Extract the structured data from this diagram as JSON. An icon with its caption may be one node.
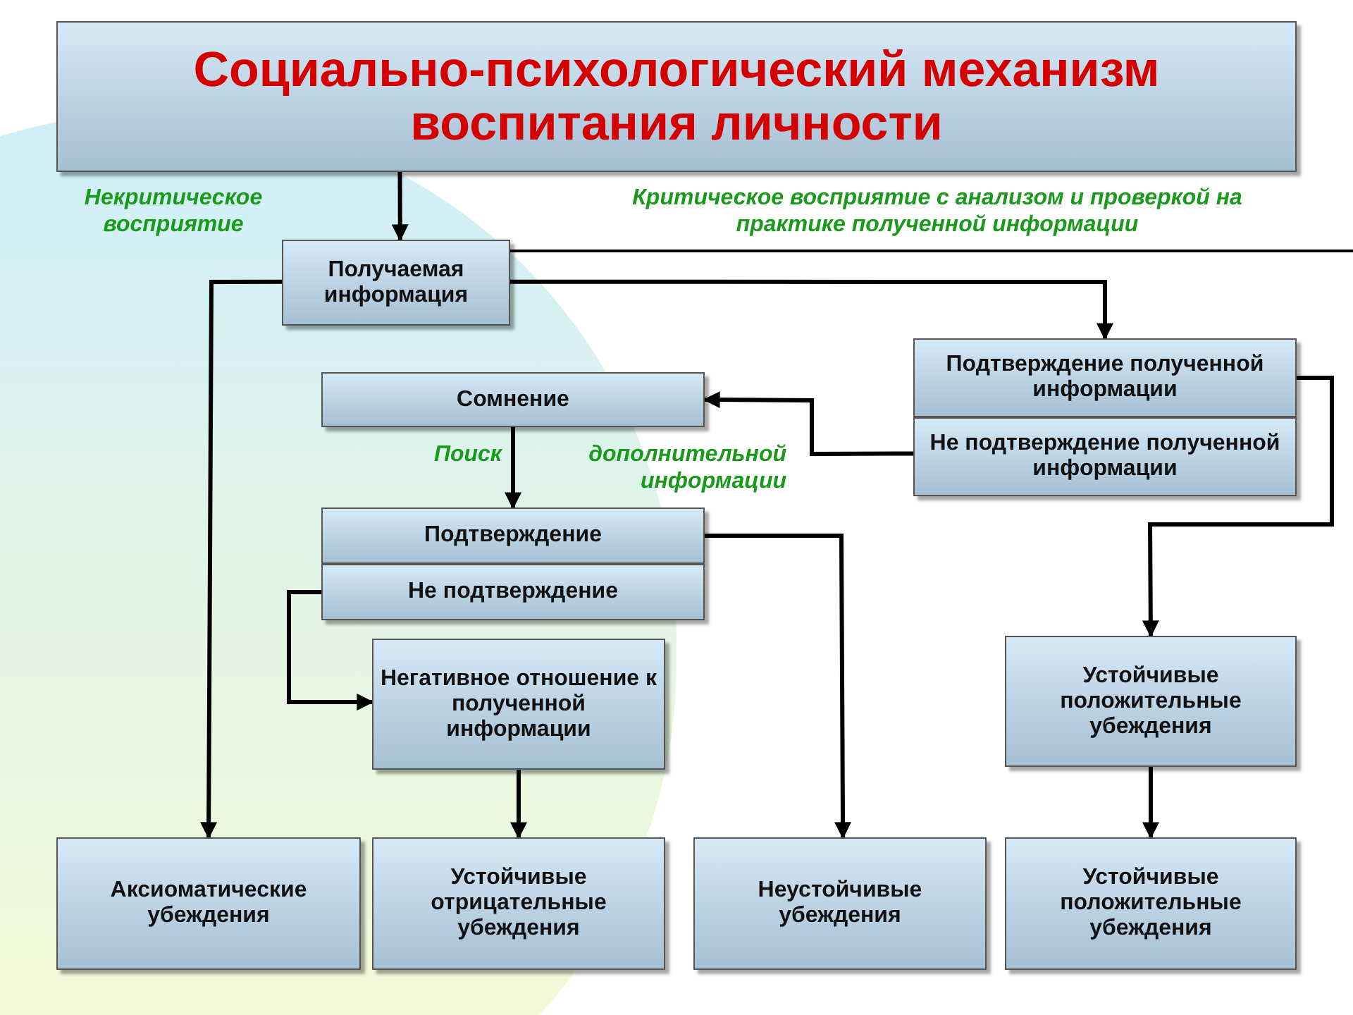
{
  "diagram": {
    "nodes": [
      {
        "text": [
          "Социально-психологический механизм воспитания личности"
        ]
      },
      {
        "text": [
          "Получаемая информация"
        ]
      },
      {
        "text": [
          "Подтверждение полученной информации"
        ]
      },
      {
        "text": [
          "Не подтверждение полученной информации"
        ]
      },
      {
        "text": [
          "Сомнение"
        ]
      },
      {
        "text": [
          "Подтверждение"
        ]
      },
      {
        "text": [
          "Не подтверждение"
        ]
      },
      {
        "text": [
          "Негативное отношение к полученной информации"
        ]
      },
      {
        "text": [
          "Устойчивые положительные убеждения"
        ]
      },
      {
        "text": [
          "Аксиоматические убеждения"
        ]
      },
      {
        "text": [
          "Устойчивые отрицательные убеждения"
        ]
      },
      {
        "text": [
          "Неустойчивые убеждения"
        ]
      },
      {
        "text": [
          "Устойчивые положительные убеждения"
        ]
      }
    ],
    "edges": [
      {
        "from": 0,
        "to": 1,
        "arrow": "to"
      },
      {
        "from": 1,
        "to": 9,
        "arrow": "to"
      },
      {
        "from": 1,
        "to": 2,
        "arrow": "to"
      },
      {
        "from": 3,
        "to": 4,
        "arrow": "to"
      },
      {
        "from": 4,
        "to": 5,
        "arrow": "to"
      },
      {
        "from": 2,
        "to": 8,
        "arrow": "to"
      },
      {
        "from": 5,
        "to": 11,
        "arrow": "to"
      },
      {
        "from": 6,
        "to": 7,
        "arrow": "to"
      },
      {
        "from": 7,
        "to": 10,
        "arrow": "to"
      },
      {
        "from": 8,
        "to": 12,
        "arrow": "to"
      }
    ],
    "labels": [
      "Некритическое восприятие",
      "Критическое восприятие с анализом и проверкой на практике полученной информации",
      "Поиск",
      "дополнительной информации"
    ]
  }
}
